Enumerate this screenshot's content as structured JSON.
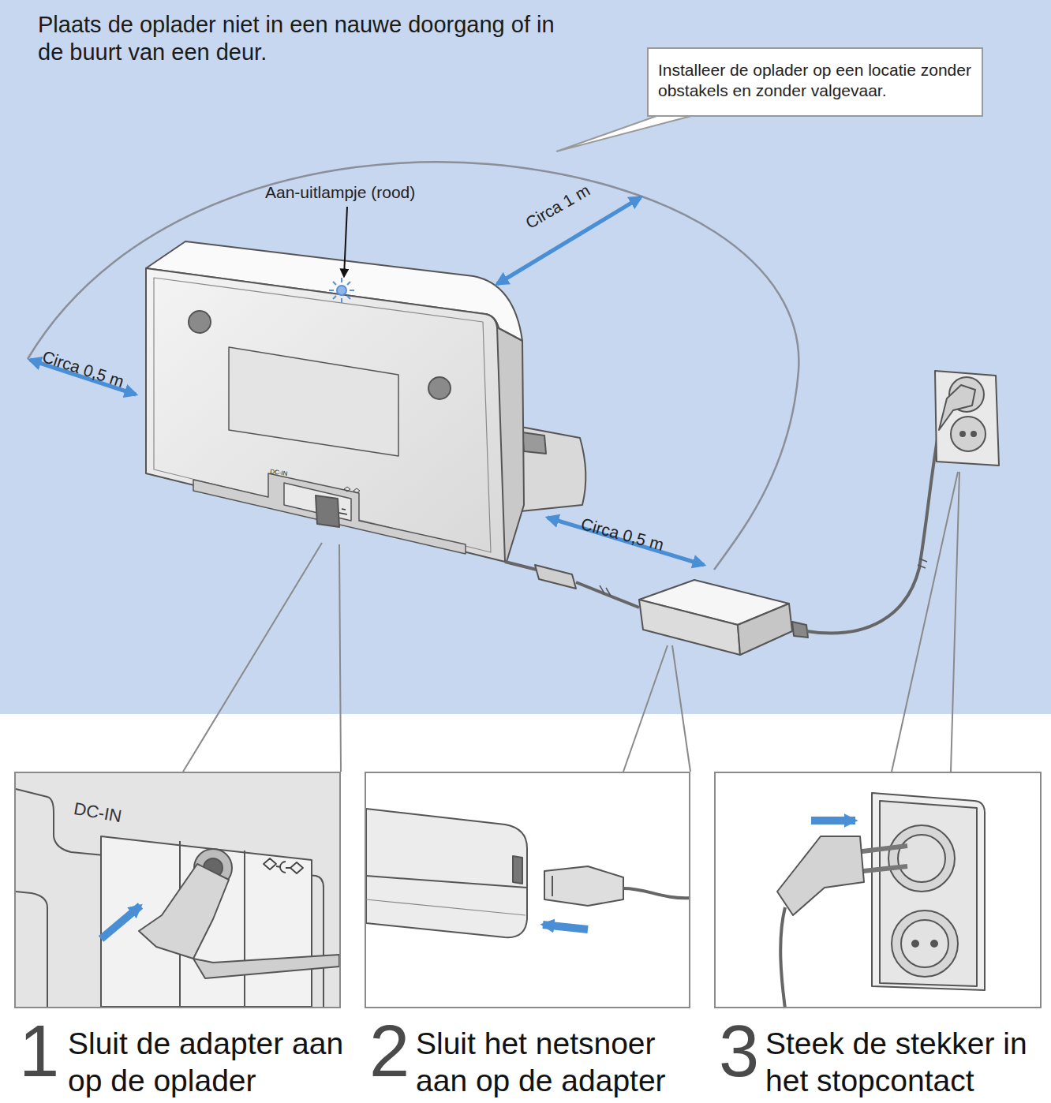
{
  "diagram": {
    "title": "Plaats de oplader niet in een nauwe doorgang of in de buurt van een deur.",
    "nodes": [
      {
        "text": [
          "Installeer de oplader op een locatie zonder obstakels en zonder valgevaar."
        ]
      },
      {
        "text": [
          "DC-IN",
          "1",
          "Sluit de adapter aan op de oplader"
        ]
      },
      {
        "text": [
          "2",
          "Sluit het netsnoer aan op de adapter"
        ]
      },
      {
        "text": [
          "3",
          "Steek de stekker in het stopcontact"
        ]
      }
    ],
    "labels": [
      "Aan-uitlampje (rood)",
      "Circa 1 m",
      "Circa 0,5 m",
      "Circa 0,5 m",
      "DC-IN"
    ]
  }
}
